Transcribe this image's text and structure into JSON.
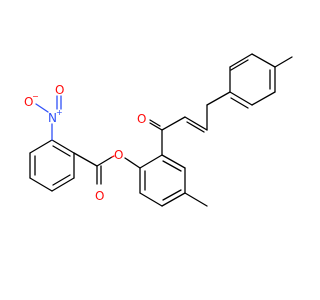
{
  "atoms": {
    "nitro_n": {
      "text": "N",
      "charge": "+"
    },
    "nitro_o_single": {
      "text": "O",
      "charge": "−"
    },
    "nitro_o_double": {
      "text": "O"
    },
    "ester_o_carbonyl": {
      "text": "O"
    },
    "ester_o_link": {
      "text": "O"
    },
    "ketone_o": {
      "text": "O"
    }
  },
  "colors": {
    "bond": "#000000",
    "oxygen": "#ff0d0d",
    "nitrogen": "#3050f8",
    "background": "#ffffff"
  }
}
